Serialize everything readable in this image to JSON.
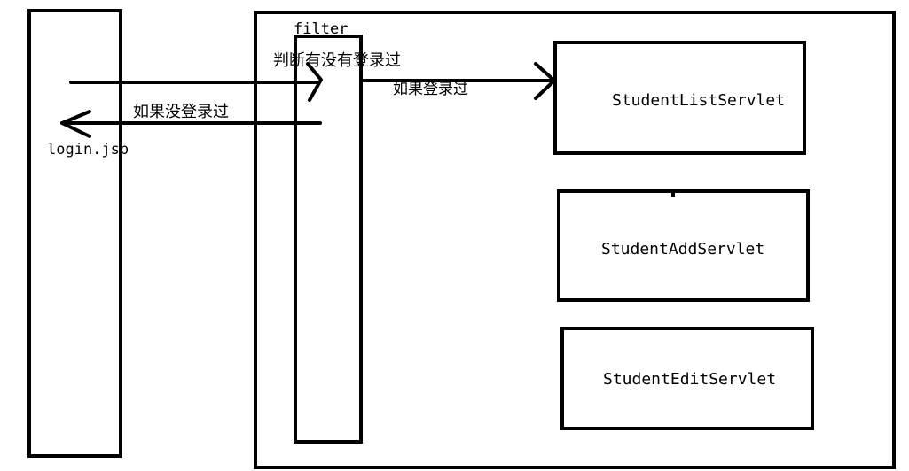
{
  "nodes": {
    "client": {
      "label": "login.jsp"
    },
    "filter": {
      "label": "filter"
    },
    "servlets": [
      {
        "label": "StudentListServlet"
      },
      {
        "label": "StudentAddServlet"
      },
      {
        "label": "StudentEditServlet"
      }
    ]
  },
  "edges": {
    "request_check": {
      "label": "判断有没有登录过"
    },
    "not_logged_in": {
      "label": "如果没登录过"
    },
    "logged_in": {
      "label": "如果登录过"
    }
  }
}
